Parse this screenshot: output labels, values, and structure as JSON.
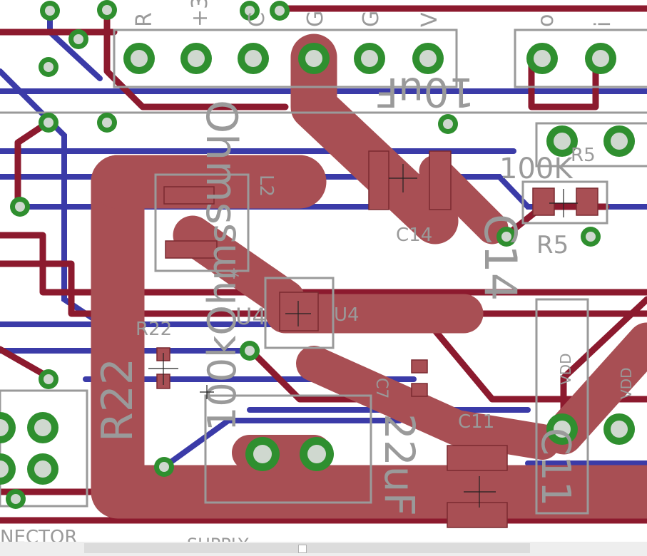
{
  "app": {
    "view": "PCB layout editor (board view)"
  },
  "colors": {
    "background": "#ffffff",
    "top_copper": "#a84f54",
    "top_trace_dark": "#8c1a2e",
    "bottom_copper": "#3b3ba8",
    "via": "#2f8f2f",
    "silkscreen": "#9a9a9a"
  },
  "labels": {
    "header_pins": [
      "R",
      "+3",
      "C",
      "G",
      "G",
      "V"
    ],
    "header2_pins": [
      "o",
      "i"
    ],
    "val_10uf": "10uF",
    "val_100k_top": "100K",
    "val_ohms": "Ohms",
    "val_100k_ohms": "100kOhms",
    "r5_a": "R5",
    "r5_b": "R5",
    "c14_a": "C14",
    "c14_b": "C14",
    "l2": "L2",
    "u4_a": "U4",
    "u4_b": "U4",
    "u4_marker": "*",
    "r22_a": "R22",
    "r22_b": "R22",
    "c7": "C7",
    "c11_a": "C11",
    "c11_b": "C11",
    "val_22uf": "22uF",
    "vdd_a": "VDD",
    "vdd_b": "VDD",
    "connector": "NECTOR",
    "supply": "SUPPLY"
  },
  "scrollbar": {
    "position_percent": 49
  }
}
